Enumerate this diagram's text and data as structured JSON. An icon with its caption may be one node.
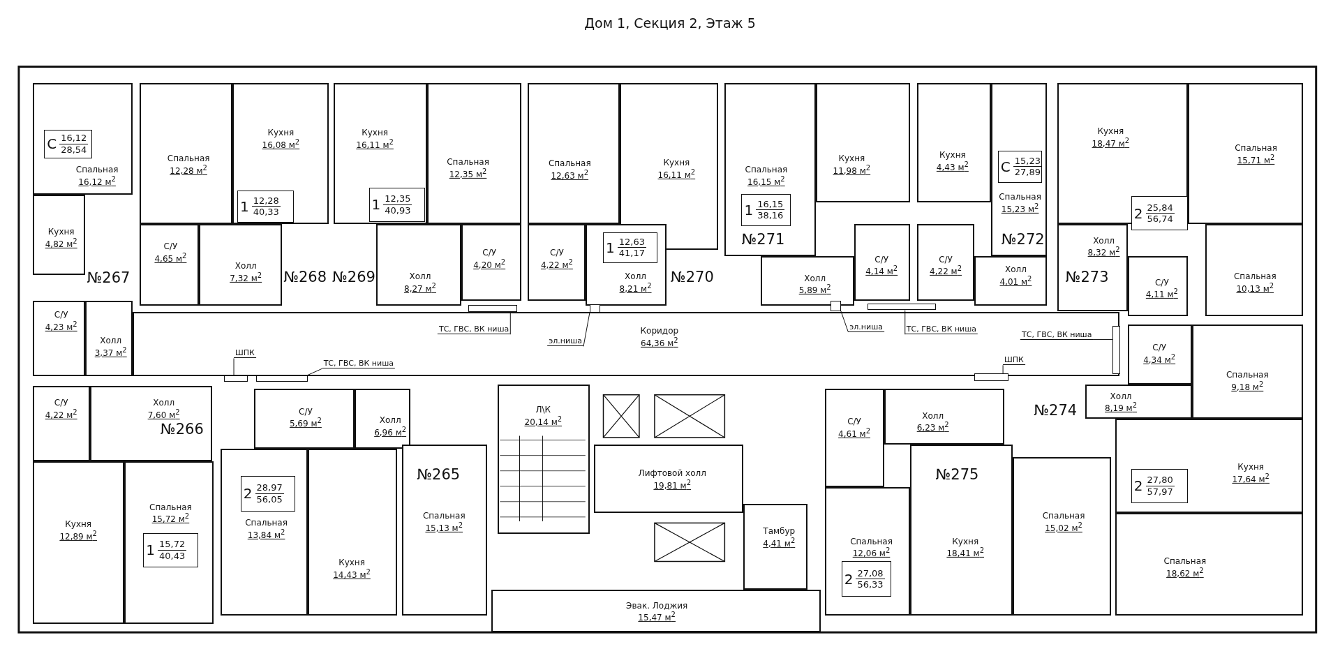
{
  "diagram": {
    "title": "Дом 1, Секция 2, Этаж 5",
    "nodes": [
      {
        "text": [
          "Спальная",
          "16,12 м$^{2}$"
        ]
      },
      {
        "text": [
          "С",
          "16,12",
          "28,54"
        ],
        "in": 0
      },
      {
        "text": [
          "Кухня",
          "4,82 м$^{2}$"
        ]
      },
      {
        "text": [
          "С/У",
          "4,23 м$^{2}$"
        ]
      },
      {
        "text": [
          "Холл",
          "3,37 м$^{2}$"
        ]
      },
      {
        "text": [
          "Спальная",
          "12,28 м$^{2}$"
        ]
      },
      {
        "text": [
          "Кухня",
          "16,08 м$^{2}$"
        ]
      },
      {
        "text": [
          "1",
          "12,28",
          "40,33"
        ],
        "in": 6
      },
      {
        "text": [
          "С/У",
          "4,65 м$^{2}$"
        ]
      },
      {
        "text": [
          "Холл",
          "7,32 м$^{2}$"
        ]
      },
      {
        "text": [
          "Кухня",
          "16,11 м$^{2}$"
        ]
      },
      {
        "text": [
          "1",
          "12,35",
          "40,93"
        ],
        "in": 10
      },
      {
        "text": [
          "Спальная",
          "12,35 м$^{2}$"
        ]
      },
      {
        "text": [
          "Холл",
          "8,27 м$^{2}$"
        ]
      },
      {
        "text": [
          "С/У",
          "4,20 м$^{2}$"
        ]
      },
      {
        "text": [
          "Спальная",
          "12,63 м$^{2}$"
        ]
      },
      {
        "text": [
          "С/У",
          "4,22 м$^{2}$"
        ]
      },
      {
        "text": [
          "Кухня",
          "16,11 м$^{2}$"
        ]
      },
      {
        "text": [
          "Холл",
          "8,21 м$^{2}$"
        ]
      },
      {
        "text": [
          "1",
          "12,63",
          "41,17"
        ],
        "in": 18
      },
      {
        "text": [
          "Спальная",
          "16,15 м$^{2}$"
        ]
      },
      {
        "text": [
          "1",
          "16,15",
          "38,16"
        ],
        "in": 20
      },
      {
        "text": [
          "Кухня",
          "11,98 м$^{2}$"
        ]
      },
      {
        "text": [
          "Холл",
          "5,89 м$^{2}$"
        ]
      },
      {
        "text": [
          "С/У",
          "4,14 м$^{2}$"
        ]
      },
      {
        "text": [
          "Кухня",
          "4,43 м$^{2}$"
        ]
      },
      {
        "text": [
          "Спальная",
          "15,23 м$^{2}$"
        ]
      },
      {
        "text": [
          "С",
          "15,23",
          "27,89"
        ],
        "in": 26
      },
      {
        "text": [
          "С/У",
          "4,22 м$^{2}$"
        ]
      },
      {
        "text": [
          "Холл",
          "4,01 м$^{2}$"
        ]
      },
      {
        "text": [
          "Кухня",
          "18,47 м$^{2}$"
        ]
      },
      {
        "text": [
          "2",
          "25,84",
          "56,74"
        ],
        "in": 30
      },
      {
        "text": [
          "Спальная",
          "15,71 м$^{2}$"
        ]
      },
      {
        "text": [
          "Холл",
          "8,32 м$^{2}$"
        ]
      },
      {
        "text": [
          "С/У",
          "4,11 м$^{2}$"
        ]
      },
      {
        "text": [
          "Спальная",
          "10,13 м$^{2}$"
        ]
      },
      {
        "text": [
          "Коридор",
          "64,36 м$^{2}$"
        ]
      },
      {
        "text": [
          "С/У",
          "4,22 м$^{2}$"
        ]
      },
      {
        "text": [
          "Холл",
          "7,60 м$^{2}$"
        ]
      },
      {
        "text": [
          "Кухня",
          "12,89 м$^{2}$"
        ]
      },
      {
        "text": [
          "Спальная",
          "15,72 м$^{2}$"
        ]
      },
      {
        "text": [
          "1",
          "15,72",
          "40,43"
        ],
        "in": 40
      },
      {
        "text": [
          "С/У",
          "5,69 м$^{2}$"
        ]
      },
      {
        "text": [
          "Холл",
          "6,96 м$^{2}$"
        ]
      },
      {
        "text": [
          "Спальная",
          "13,84 м$^{2}$"
        ]
      },
      {
        "text": [
          "2",
          "28,97",
          "56,05"
        ],
        "in": 44
      },
      {
        "text": [
          "Кухня",
          "14,43 м$^{2}$"
        ]
      },
      {
        "text": [
          "Спальная",
          "15,13 м$^{2}$"
        ]
      },
      {
        "text": [
          "Л\\К",
          "20,14 м$^{2}$"
        ]
      },
      {
        "text": [
          "Лифтовой холл",
          "19,81 м$^{2}$"
        ]
      },
      {
        "text": [
          "Тамбур",
          "4,41 м$^{2}$"
        ]
      },
      {
        "text": [
          "Эвак. Лоджия",
          "15,47 м$^{2}$"
        ]
      },
      {
        "text": [
          "С/У",
          "4,61 м$^{2}$"
        ]
      },
      {
        "text": [
          "Холл",
          "6,23 м$^{2}$"
        ]
      },
      {
        "text": [
          "Спальная",
          "12,06 м$^{2}$"
        ]
      },
      {
        "text": [
          "2",
          "27,08",
          "56,33"
        ],
        "in": 54
      },
      {
        "text": [
          "Кухня",
          "18,41 м$^{2}$"
        ]
      },
      {
        "text": [
          "Спальная",
          "15,02 м$^{2}$"
        ]
      },
      {
        "text": [
          "С/У",
          "4,34 м$^{2}$"
        ]
      },
      {
        "text": [
          "Спальная",
          "9,18 м$^{2}$"
        ]
      },
      {
        "text": [
          "Холл",
          "8,19 м$^{2}$"
        ]
      },
      {
        "text": [
          "Кухня",
          "17,64 м$^{2}$"
        ]
      },
      {
        "text": [
          "2",
          "27,80",
          "57,97"
        ],
        "in": 61
      },
      {
        "text": [
          "Спальная",
          "18,62 м$^{2}$"
        ]
      },
      {
        "text": [
          "ТС, ГВС, ВК ниша"
        ],
        "in": 36
      },
      {
        "text": [
          "эл.ниша"
        ],
        "in": 36
      },
      {
        "text": [
          "ШПК"
        ],
        "in": 36
      },
      {
        "text": [
          "ТС, ГВС, ВК ниша"
        ],
        "in": 36
      },
      {
        "text": [
          "эл.ниша"
        ],
        "in": 36
      },
      {
        "text": [
          "ТС, ГВС, ВК ниша"
        ],
        "in": 36
      },
      {
        "text": [
          "ТС, ГВС, ВК ниша"
        ],
        "in": 36
      },
      {
        "text": [
          "ШПК"
        ],
        "in": 36
      },
      {
        "text": [],
        "shape": "box"
      },
      {
        "text": [],
        "shape": "box"
      },
      {
        "text": [],
        "shape": "box"
      },
      {
        "text": [],
        "shape": "box"
      },
      {
        "text": [],
        "shape": "box"
      },
      {
        "text": [],
        "shape": "box"
      },
      {
        "text": [],
        "shape": "box",
        "in": 36
      },
      {
        "text": [],
        "shape": "box"
      }
    ],
    "edges": [
      {
        "from": 64,
        "to": 72,
        "arrow": "none"
      },
      {
        "from": 65,
        "to": 73,
        "arrow": "none"
      },
      {
        "from": 66,
        "to": 74,
        "arrow": "none"
      },
      {
        "from": 67,
        "to": 75,
        "arrow": "none"
      },
      {
        "from": 68,
        "to": 76,
        "arrow": "none"
      },
      {
        "from": 69,
        "to": 77,
        "arrow": "none"
      },
      {
        "from": 70,
        "to": 78,
        "arrow": "none"
      },
      {
        "from": 71,
        "to": 79,
        "arrow": "none"
      }
    ],
    "labels": [
      "№271",
      "№272",
      "№267",
      "№268",
      "№269",
      "№270",
      "№273",
      "№274",
      "№266",
      "№265",
      "№275"
    ]
  }
}
